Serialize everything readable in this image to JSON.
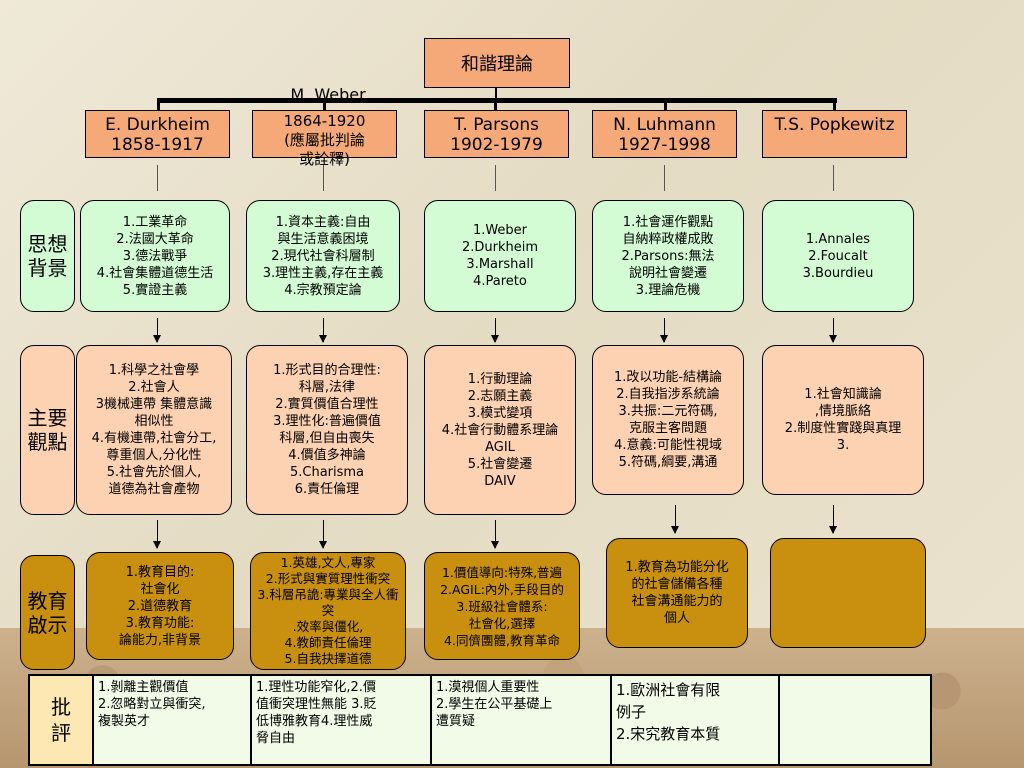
{
  "title": "和諧理論",
  "heads": [
    "E. Durkheim\n1858-1917",
    "1864-1920\n(應屬批判論\n或詮釋)",
    "T. Parsons\n1902-1979",
    "N. Luhmann\n1927-1998",
    "T.S. Popkewitz"
  ],
  "weber_name": "M. Weber",
  "row_labels": {
    "background": "思想\n背景",
    "viewpoint": "主要\n觀點",
    "education": "教育\n啟示",
    "critique": "批\n評"
  },
  "background": [
    "1.工業革命\n2.法國大革命\n3.德法戰爭\n4.社會集體道德生活\n5.實證主義",
    "1.資本主義:自由\n與生活意義困境\n2.現代社會科層制\n3.理性主義,存在主義\n4.宗教預定論",
    "1.Weber\n2.Durkheim\n3.Marshall\n4.Pareto",
    "1.社會運作觀點\n自納粹政權成敗\n2.Parsons:無法\n說明社會變遷\n3.理論危機",
    "1.Annales\n2.Foucalt\n3.Bourdieu"
  ],
  "viewpoints": [
    "1.科學之社會學\n2.社會人\n3機械連帶 集體意識\n相似性\n4.有機連帶,社會分工,\n尊重個人,分化性\n5.社會先於個人,\n道德為社會產物",
    "1.形式目的合理性:\n科層,法律\n2.實質價值合理性\n3.理性化:普遍價值\n科層,但自由喪失\n4.價值多神論\n5.Charisma\n6.責任倫理",
    "1.行動理論\n2.志願主義\n3.模式變項\n4.社會行動體系理論\nAGIL\n5.社會變遷\nDAIV",
    "1.改以功能-結構論\n2.自我指涉系統論\n3.共振:二元符碼,\n克服主客問題\n4.意義:可能性視域\n5.符碼,綱要,溝通",
    "1.社會知識論\n,情境脈絡\n2.制度性實踐與真理\n3."
  ],
  "education": [
    "1.教育目的:\n社會化\n2.道德教育\n3.教育功能:\n論能力,非背景",
    "1.英雄,文人,專家\n2.形式與實質理性衝突\n3.科層吊詭:專業與全人衝突\n.效率與僵化,\n4.教師責任倫理\n5.自我抉擇道德",
    "1.價值導向:特殊,普遍\n2.AGIL:內外,手段目的\n3.班級社會體系:\n社會化,選擇\n4.同儕團體,教育革命",
    "1.教育為功能分化\n的社會儲備各種\n社會溝通能力的\n個人",
    ""
  ],
  "critique": [
    "1.剝離主觀價值\n2.忽略對立與衝突,\n複製英才",
    "1.理性功能窄化,2.價\n值衝突理性無能 3.貶\n低博雅教育4.理性威\n脅自由",
    "1.漠視個人重要性\n2.學生在公平基礎上\n遭質疑",
    "1.歐洲社會有限\n例子\n2.宋究教育本質",
    ""
  ]
}
